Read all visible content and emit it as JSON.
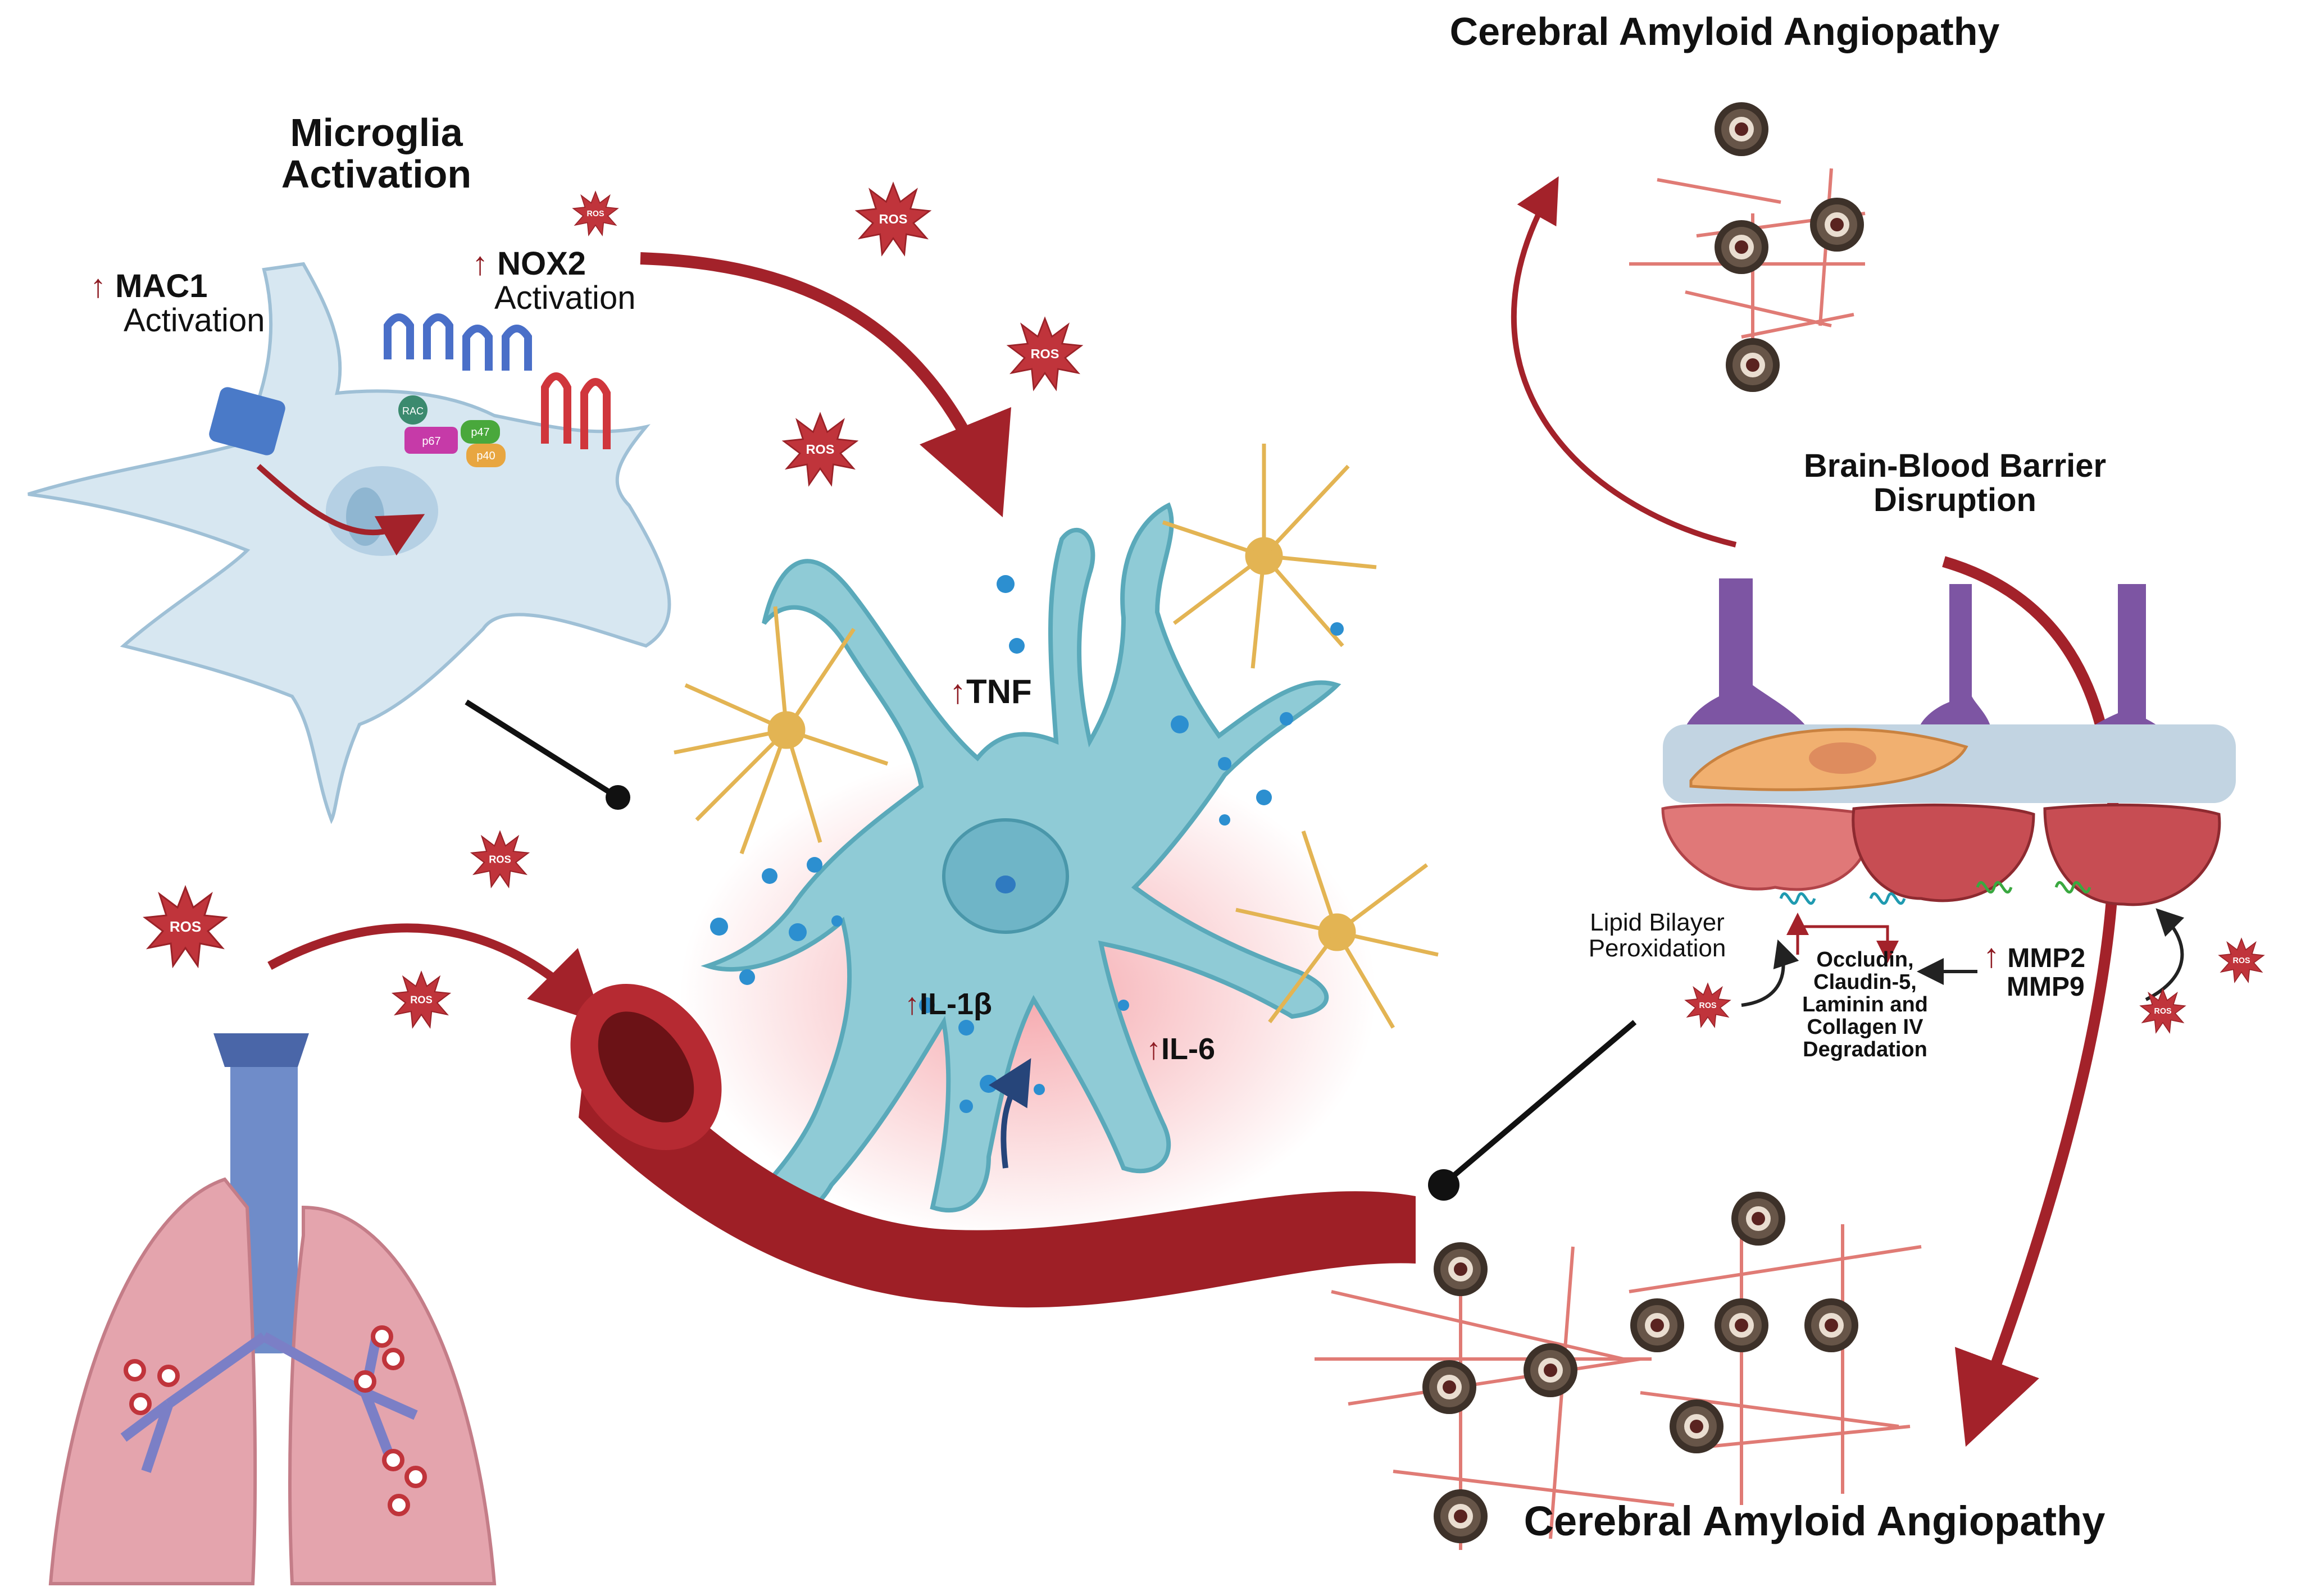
{
  "titles": {
    "caa_top": "Cerebral Amyloid Angiopathy",
    "caa_bottom": "Cerebral Amyloid Angiopathy",
    "microglia": [
      "Microglia",
      "Activation"
    ],
    "bbb": [
      "Brain-Blood Barrier",
      "Disruption"
    ]
  },
  "labels": {
    "mac1": "MAC1",
    "mac1_sub": "Activation",
    "nox2": "NOX2",
    "nox2_sub": "Activation",
    "tnf": "TNF",
    "il1b": "IL-1β",
    "il6": "IL-6",
    "lipid": [
      "Lipid Bilayer",
      "Peroxidation"
    ],
    "degradation": [
      "Occludin,",
      "Claudin-5,",
      "Laminin and",
      "Collagen IV",
      "Degradation"
    ],
    "mmp2": "MMP2",
    "mmp9": "MMP9"
  },
  "ros_label": "ROS",
  "nox_subunits": [
    "RAC",
    "p67",
    "p47",
    "p40"
  ],
  "colors": {
    "arrow_red": "#a3222a",
    "ros_fill": "#c0343b",
    "neuron": "#8fcbd6",
    "astrocyte": "#e3b453",
    "microglia": "#d7e7f1",
    "vessel": "#9e1f26",
    "lung": "#e4a4ad",
    "trachea": "#6f8cc9",
    "amyloid": "#e07b75",
    "endothelium": "#7d55a3"
  }
}
